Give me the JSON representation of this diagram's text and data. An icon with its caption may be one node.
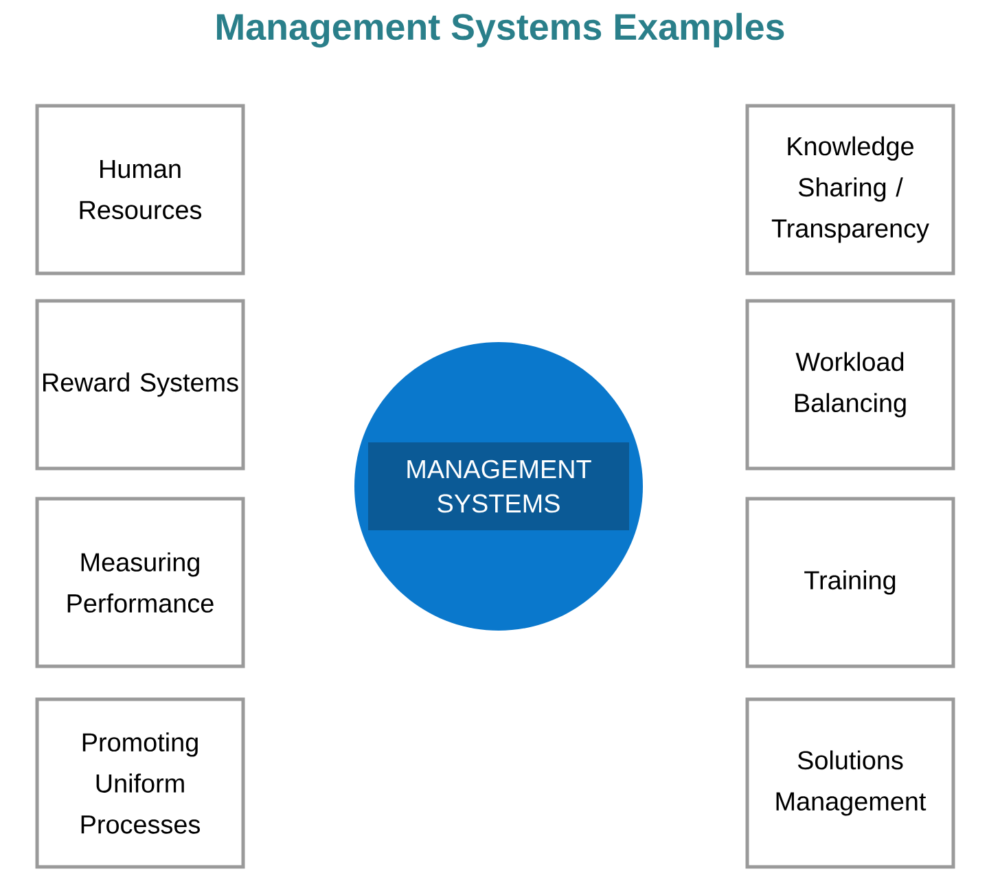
{
  "diagram": {
    "title": "Management Systems Examples",
    "nodes": [
      {
        "text": [
          "Human Resources"
        ]
      },
      {
        "text": [
          "Knowledge Sharing / Transparency"
        ]
      },
      {
        "text": [
          "Reward Systems"
        ]
      },
      {
        "text": [
          "Workload Balancing"
        ]
      },
      {
        "text": [
          "MANAGEMENT SYSTEMS"
        ]
      },
      {
        "text": [
          "Measuring Performance"
        ]
      },
      {
        "text": [
          "Training"
        ]
      },
      {
        "text": [
          "Promoting Uniform Processes"
        ]
      },
      {
        "text": [
          "Solutions Management"
        ]
      }
    ]
  }
}
